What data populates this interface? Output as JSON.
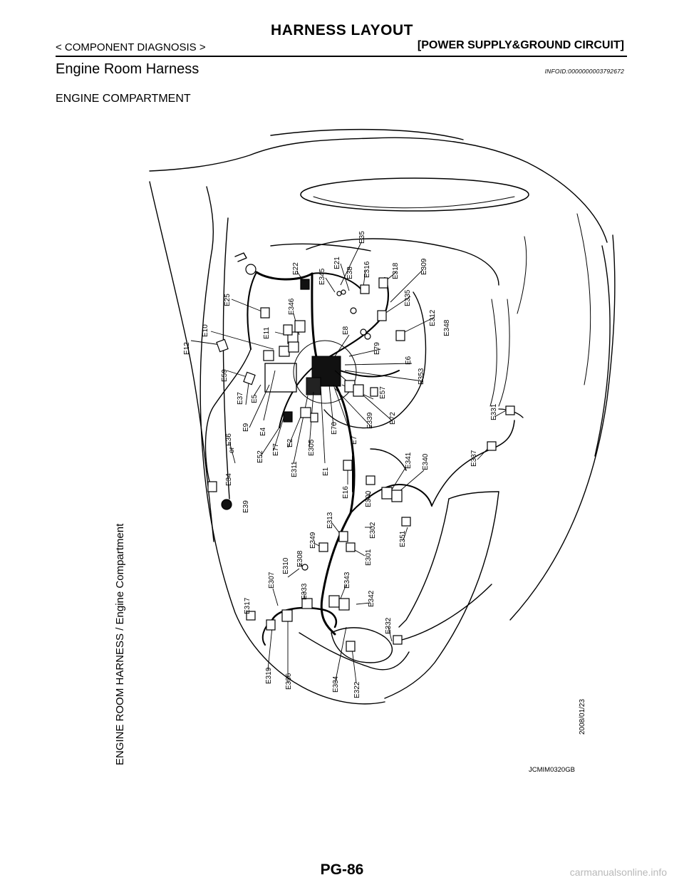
{
  "header": {
    "title": "HARNESS LAYOUT",
    "left": "< COMPONENT DIAGNOSIS >",
    "right": "[POWER SUPPLY&GROUND CIRCUIT]"
  },
  "section": {
    "title": "Engine Room Harness",
    "infoid": "INFOID:0000000003792672"
  },
  "subheading": "ENGINE COMPARTMENT",
  "figure": {
    "side_label": "ENGINE ROOM HARNESS / Engine Compartment",
    "date": "2008/01/23",
    "code": "JCMIM0320GB",
    "or_text": "or",
    "connectors": [
      "E12",
      "E10",
      "E59",
      "E37",
      "E25",
      "E11",
      "E5",
      "E9",
      "E4",
      "E36",
      "E52",
      "E77",
      "E2",
      "E34",
      "E39",
      "E311",
      "E305",
      "E1",
      "E22",
      "E346",
      "E345",
      "E21",
      "E38",
      "E35",
      "E316",
      "E318",
      "E309",
      "E8",
      "E335",
      "E312",
      "E348",
      "E79",
      "E6",
      "E353",
      "E57",
      "E339",
      "E72",
      "E70",
      "E7",
      "E331",
      "E16",
      "E341",
      "E340",
      "E337",
      "E300",
      "E302",
      "E313",
      "E349",
      "E301",
      "E351",
      "E308",
      "E310",
      "E307",
      "E333",
      "E343",
      "E342",
      "E317",
      "E332",
      "E319",
      "E336",
      "E334",
      "E322"
    ]
  },
  "footer": {
    "page": "PG-86",
    "watermark": "carmanualsonline.info"
  }
}
